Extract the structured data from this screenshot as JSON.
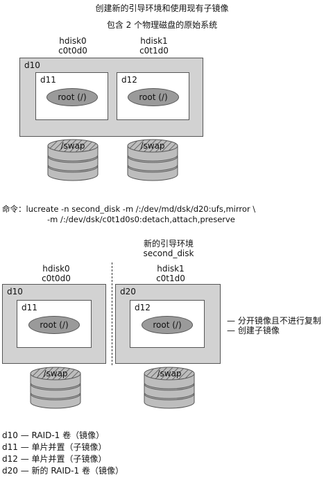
{
  "top": {
    "title": "创建新的引导环境和使用现有子镜像",
    "subtitle": "包含 2 个物理磁盘的原始系统",
    "disk0_name": "hdisk0",
    "disk0_id": "c0t0d0",
    "disk1_name": "hdisk1",
    "disk1_id": "c0t1d0",
    "vol_label": "d10",
    "sub_left_label": "d11",
    "sub_right_label": "d12",
    "root_label": "root (/)",
    "swap_label": "/swap"
  },
  "command": {
    "line1": "命令：lucreate -n second_disk -m /:/dev/md/dsk/d20:ufs,mirror \\",
    "line2": "-m /:/dev/dsk/c0t1d0s0:detach,attach,preserve"
  },
  "bottom": {
    "new_env_title": "新的引导环境",
    "new_env_name": "second_disk",
    "disk0_name": "hdisk0",
    "disk0_id": "c0t0d0",
    "disk1_name": "hdisk1",
    "disk1_id": "c0t1d0",
    "left_vol_label": "d10",
    "right_vol_label": "d20",
    "left_sub_label": "d11",
    "right_sub_label": "d12",
    "root_label": "root (/)",
    "swap_label": "/swap",
    "annotation1": "— 分开镜像且不进行复制",
    "annotation2": "— 创建子镜像"
  },
  "legend": [
    "d10 — RAID-1 卷（镜像）",
    "d11 — 单片并置（子镜像）",
    "d12 — 单片并置（子镜像）",
    "d20 — 新的 RAID-1 卷（镜像）"
  ],
  "colors": {
    "volume_fill": "#d2d2d2",
    "root_fill": "#9a9a9a",
    "disk_fill": "#bdbdbd",
    "outline": "#555555"
  }
}
